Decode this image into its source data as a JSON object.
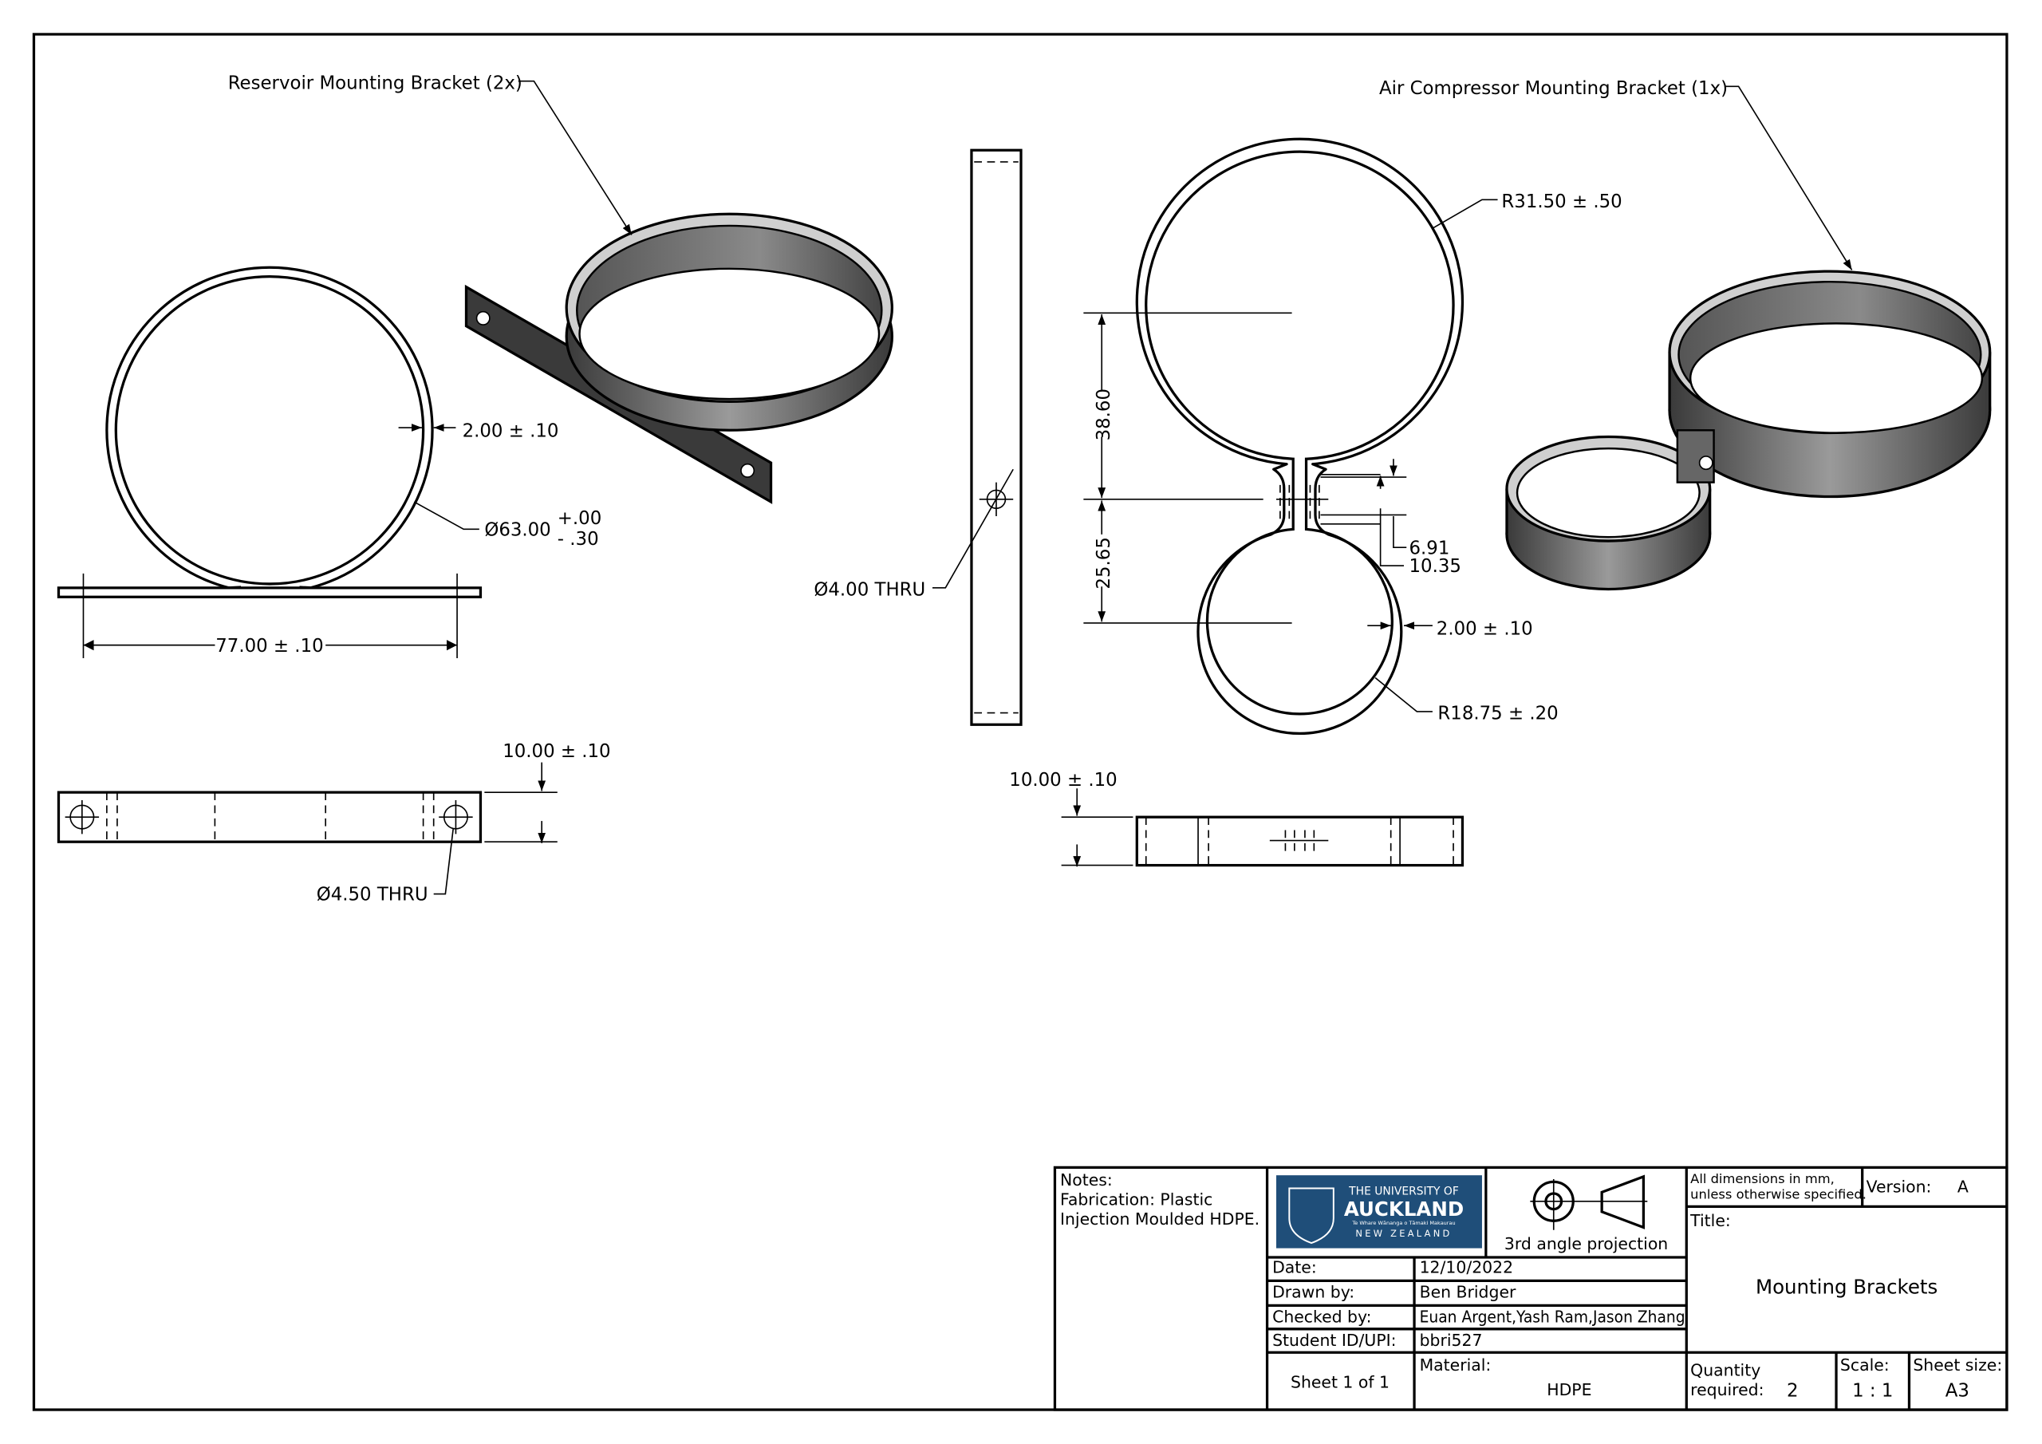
{
  "labels": {
    "reservoir": "Reservoir Mounting Bracket (2x)",
    "air_compressor": "Air Compressor Mounting Bracket (1x)"
  },
  "reservoir_dims": {
    "thickness": "2.00 ± .10",
    "diameter": "Ø63.00",
    "diameter_tol_upper": "+.00",
    "diameter_tol_lower": "- .30",
    "length": "77.00 ± .10",
    "height": "10.00 ± .10",
    "hole": "Ø4.50 THRU"
  },
  "compressor_dims": {
    "hole": "Ø4.00 THRU",
    "large_radius": "R31.50 ± .50",
    "upper_distance": "38.60",
    "lower_distance": "25.65",
    "gap_inner": "6.91",
    "gap_outer": "10.35",
    "thickness": "2.00 ± .10",
    "small_radius": "R18.75 ± .20",
    "height": "10.00 ± .10"
  },
  "title_block": {
    "notes_label": "Notes:",
    "notes_line1": "Fabrication: Plastic",
    "notes_line2": "Injection Moulded HDPE.",
    "logo_line1": "THE UNIVERSITY OF",
    "logo_line2": "AUCKLAND",
    "logo_line3": "Te Whare Wānanga o Tāmaki Makaurau",
    "logo_line4": "NEW ZEALAND",
    "projection": "3rd angle projection",
    "dims_note1": "All dimensions in mm,",
    "dims_note2": "unless otherwise specified.",
    "version_label": "Version:",
    "version": "A",
    "title_label": "Title:",
    "title": "Mounting Brackets",
    "date_label": "Date:",
    "date": "12/10/2022",
    "drawn_label": "Drawn by:",
    "drawn": "Ben Bridger",
    "checked_label": "Checked by:",
    "checked": "Euan Argent,Yash Ram,Jason Zhang",
    "student_label": "Student ID/UPI:",
    "student": "bbri527",
    "sheet": "Sheet 1 of 1",
    "material_label": "Material:",
    "material": "HDPE",
    "quantity_label1": "Quantity",
    "quantity_label2": "required:",
    "quantity": "2",
    "scale_label": "Scale:",
    "scale": "1 : 1",
    "sheet_size_label": "Sheet size:",
    "sheet_size": "A3"
  },
  "colors": {
    "logo_blue": "#1f4e79"
  }
}
